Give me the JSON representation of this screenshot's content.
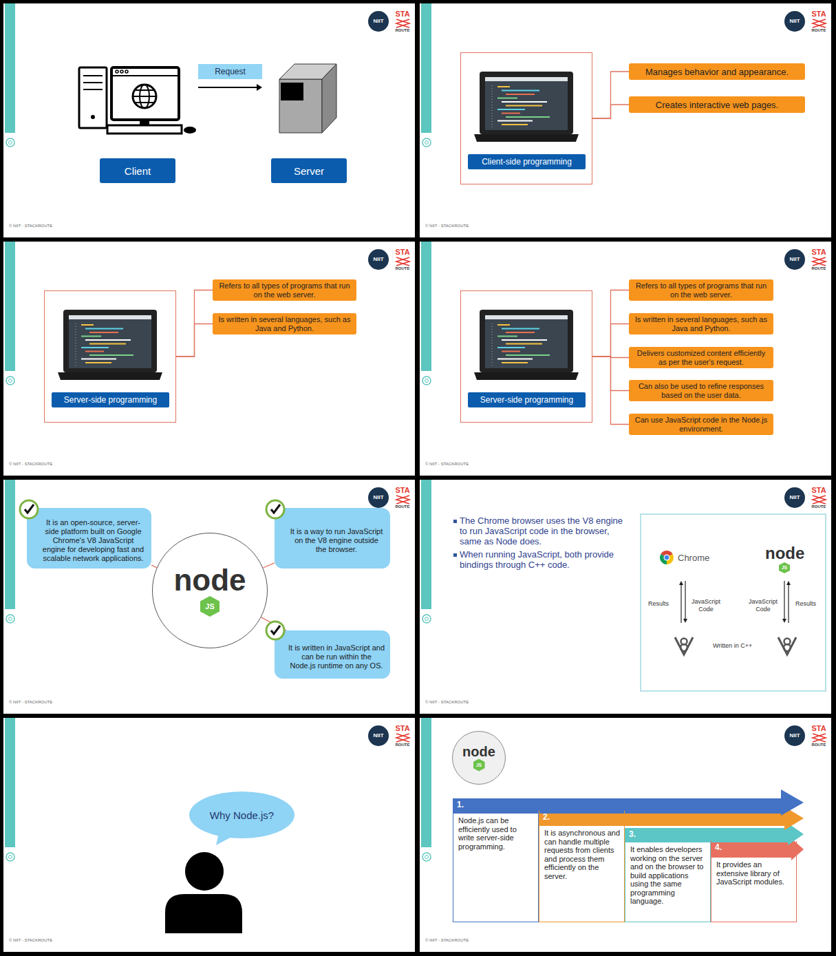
{
  "diagram": {
    "nodes": [
      {
        "text": [
          "Request"
        ]
      },
      {
        "text": [
          "Client"
        ]
      },
      {
        "text": [
          "Server"
        ]
      },
      {
        "text": [
          "Client-side programming"
        ]
      },
      {
        "text": [
          "Manages behavior and appearance."
        ]
      },
      {
        "text": [
          "Creates interactive web pages."
        ]
      },
      {
        "text": [
          "Server-side programming"
        ]
      },
      {
        "text": [
          "Refers to all types of programs that run on the web server."
        ]
      },
      {
        "text": [
          "Is written in several languages, such as Java and Python."
        ]
      },
      {
        "text": [
          "Server-side programming"
        ]
      },
      {
        "text": [
          "Refers to all types of programs that run on the web server."
        ]
      },
      {
        "text": [
          "Is written in several languages, such as Java and Python."
        ]
      },
      {
        "text": [
          "Delivers customized content efficiently as per the user's request."
        ]
      },
      {
        "text": [
          "Can also be used to refine responses based on the user data."
        ]
      },
      {
        "text": [
          "Can use JavaScript code in the Node.js environment."
        ]
      },
      {
        "text": [
          "node",
          "JS"
        ]
      },
      {
        "text": [
          "It is an open-source, server-side platform built on Google Chrome's V8 JavaScript engine for developing fast and scalable network applications."
        ]
      },
      {
        "text": [
          "It is a way to run JavaScript on the V8 engine outside the browser."
        ]
      },
      {
        "text": [
          "It is written in JavaScript and can be run within the Node.js runtime on any OS."
        ]
      },
      {
        "text": [
          "Why Node.js?"
        ]
      },
      {
        "text": [
          "node",
          "JS"
        ]
      },
      {
        "text": [
          "1.",
          "Node.js can be efficiently used to write server-side programming."
        ]
      },
      {
        "text": [
          "2.",
          "It is asynchronous and can handle multiple requests from clients and process them efficiently on the server."
        ]
      },
      {
        "text": [
          "3.",
          "It enables developers working on the server and on the browser to build applications using the same programming language."
        ]
      },
      {
        "text": [
          "4.",
          "It provides an extensive library of JavaScript modules."
        ]
      }
    ],
    "edges": [
      {
        "from": 3,
        "to": 4,
        "arrow": "none"
      },
      {
        "from": 3,
        "to": 5,
        "arrow": "none"
      },
      {
        "from": 6,
        "to": 7,
        "arrow": "none"
      },
      {
        "from": 6,
        "to": 8,
        "arrow": "none"
      },
      {
        "from": 9,
        "to": 10,
        "arrow": "none"
      },
      {
        "from": 9,
        "to": 11,
        "arrow": "none"
      },
      {
        "from": 9,
        "to": 12,
        "arrow": "none"
      },
      {
        "from": 9,
        "to": 13,
        "arrow": "none"
      },
      {
        "from": 9,
        "to": 14,
        "arrow": "none"
      },
      {
        "from": 16,
        "to": 15,
        "arrow": "none"
      },
      {
        "from": 15,
        "to": 17,
        "arrow": "none"
      },
      {
        "from": 15,
        "to": 18,
        "arrow": "none"
      }
    ],
    "labels": [
      "NIIT",
      "STA",
      "ROUTE",
      "© NIIT - STACKROUTE",
      "NIIT",
      "STA",
      "ROUTE",
      "© NIIT - STACKROUTE",
      "NIIT",
      "STA",
      "ROUTE",
      "© NIIT - STACKROUTE",
      "NIIT",
      "STA",
      "ROUTE",
      "© NIIT - STACKROUTE",
      "NIIT",
      "STA",
      "ROUTE",
      "© NIIT - STACKROUTE",
      "NIIT",
      "STA",
      "ROUTE",
      "© NIIT - STACKROUTE",
      "NIIT",
      "STA",
      "ROUTE",
      "© NIIT - STACKROUTE",
      "NIIT",
      "STA",
      "ROUTE",
      "© NIIT - STACKROUTE",
      "The Chrome browser uses the V8 engine to run JavaScript code in the browser, same as Node does.",
      "When running JavaScript, both provide bindings through C++ code.",
      "Chrome",
      "node",
      "JS",
      "Results",
      "JavaScript Code",
      "JavaScript Code",
      "Results",
      "Written in C++"
    ]
  }
}
